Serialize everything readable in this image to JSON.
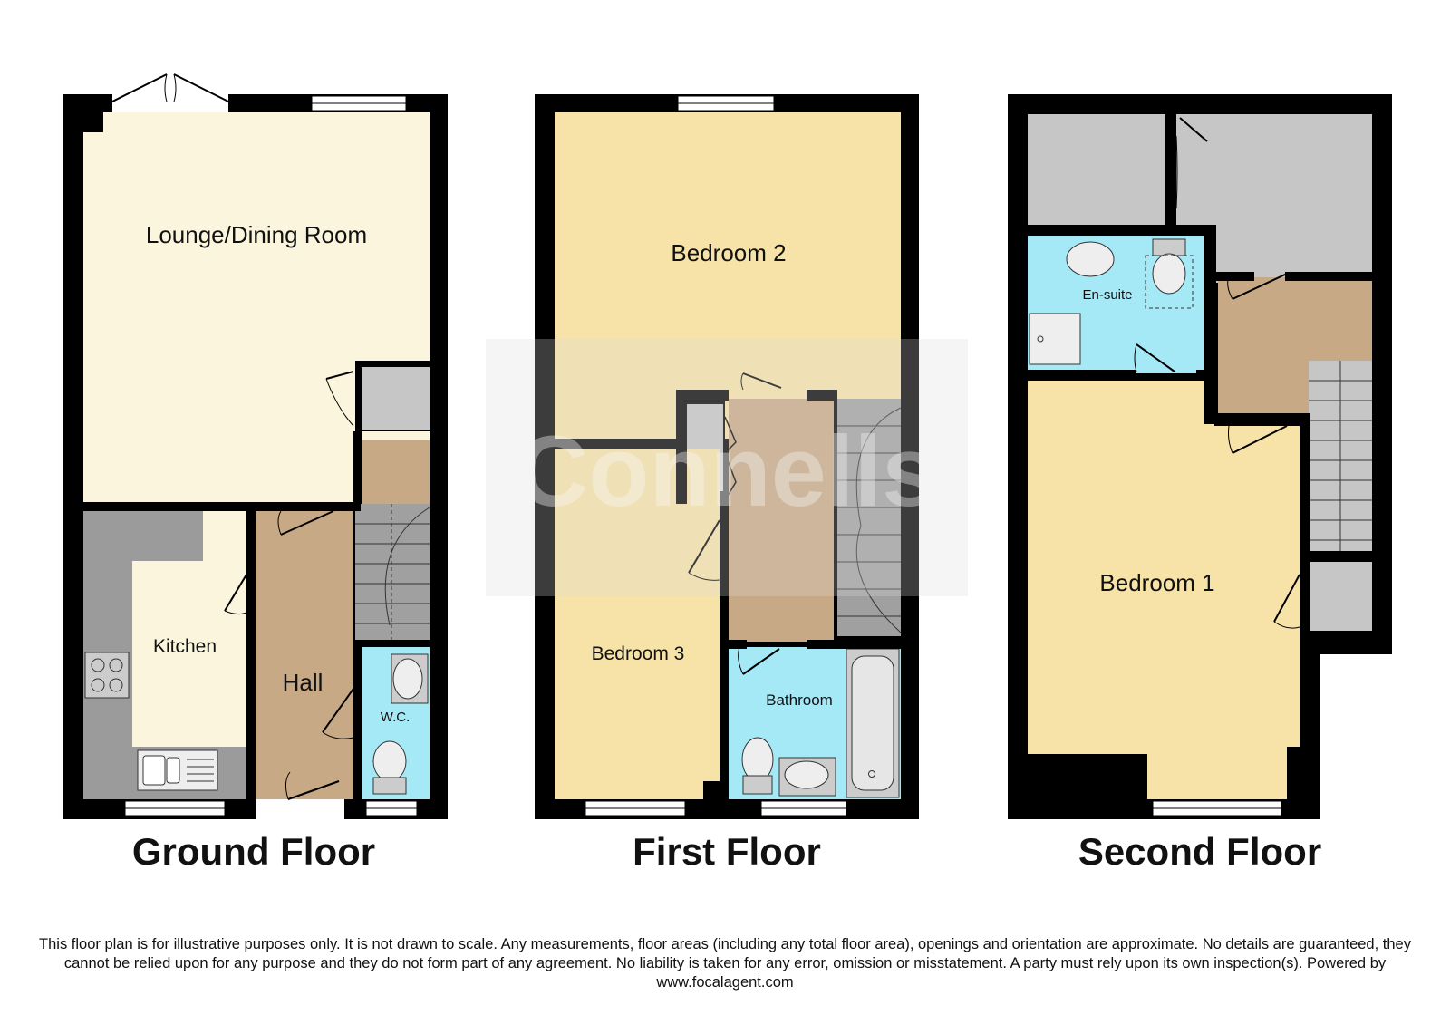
{
  "colors": {
    "wall": "#000000",
    "lounge": "#faf5dc",
    "bedroom": "#f7e3a8",
    "hall": "#c8a985",
    "wet_room": "#a5e9f7",
    "storage": "#c6c6c6",
    "stairs": "#a0a0a0",
    "worktop": "#9b9b9b",
    "watermark": "#d9d9d9"
  },
  "watermark": {
    "text": "Connells"
  },
  "floors": [
    {
      "title": "Ground Floor",
      "rooms": {
        "lounge": "Lounge/Dining Room",
        "kitchen": "Kitchen",
        "hall": "Hall",
        "wc": "W.C."
      }
    },
    {
      "title": "First Floor",
      "rooms": {
        "bedroom2": "Bedroom 2",
        "bedroom3": "Bedroom 3",
        "bathroom": "Bathroom"
      }
    },
    {
      "title": "Second Floor",
      "rooms": {
        "ensuite": "En-suite",
        "bedroom1": "Bedroom 1"
      }
    }
  ],
  "disclaimer": "This floor plan is for illustrative purposes only. It is not drawn to scale. Any measurements, floor areas (including any total floor area), openings and orientation are approximate. No details are guaranteed, they cannot be relied upon for any purpose and they do not form part of any agreement. No liability is taken for any error, omission or misstatement. A party must rely upon its own inspection(s). Powered by www.focalagent.com"
}
